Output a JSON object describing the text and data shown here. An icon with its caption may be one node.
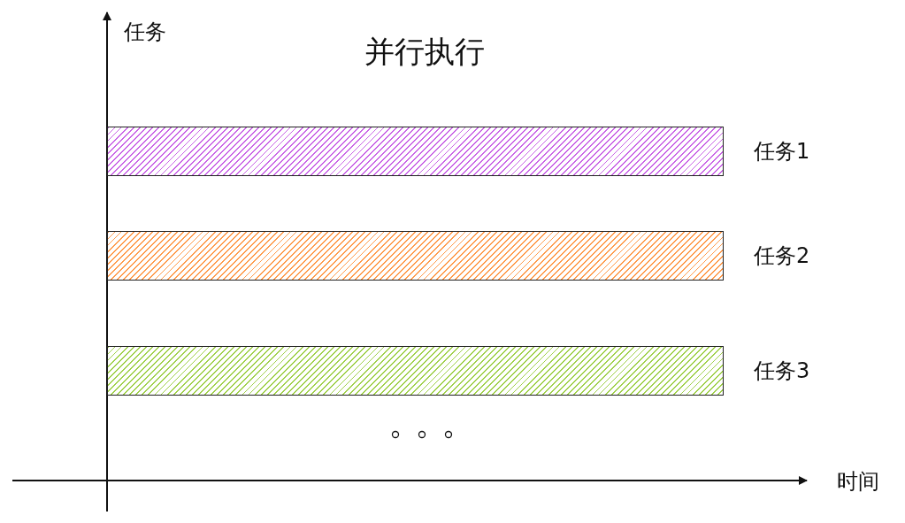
{
  "diagram": {
    "title": "并行执行",
    "nodes": [
      {
        "text": [],
        "shape": "bar",
        "beside": [
          "任务1"
        ]
      },
      {
        "text": [],
        "shape": "bar",
        "beside": [
          "任务2"
        ]
      },
      {
        "text": [],
        "shape": "bar",
        "beside": [
          "任务3"
        ]
      }
    ],
    "edges": [],
    "labels": [
      "任务",
      "时间"
    ]
  }
}
